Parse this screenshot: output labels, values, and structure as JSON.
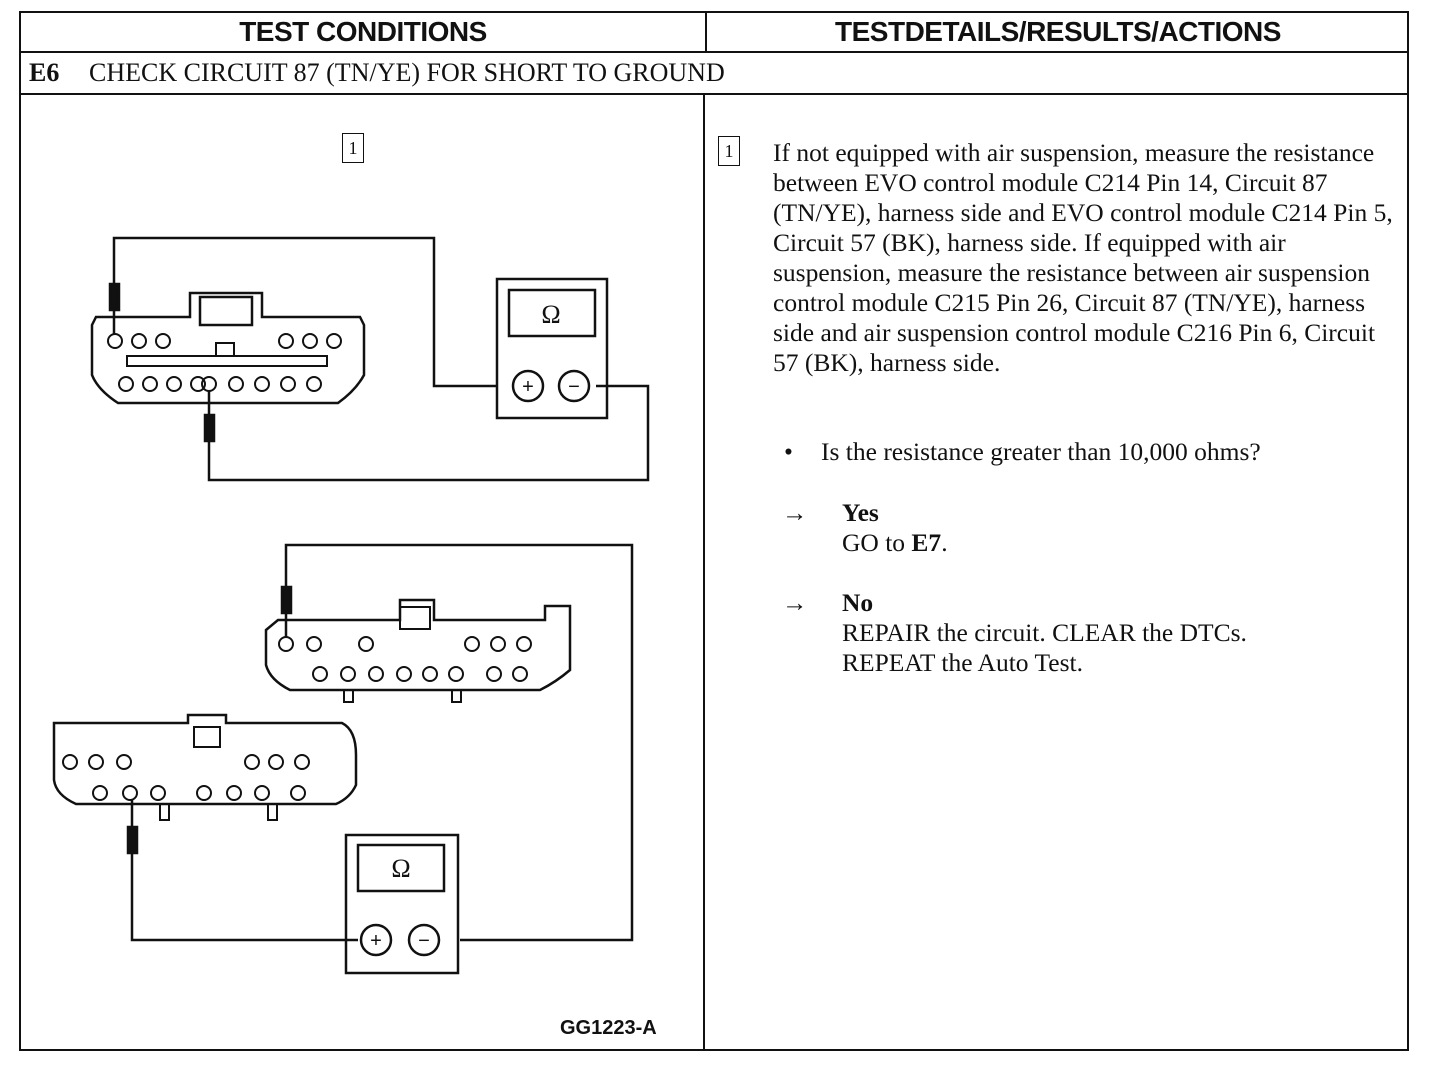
{
  "header": {
    "left": "TEST CONDITIONS",
    "right": "TESTDETAILS/RESULTS/ACTIONS"
  },
  "step": {
    "id": "E6",
    "title": "CHECK CIRCUIT 87 (TN/YE) FOR SHORT TO GROUND"
  },
  "figure": {
    "step_number": "1",
    "meter_symbol": "Ω",
    "plus_symbol": "+",
    "minus_symbol": "−",
    "figure_id": "GG1223-A"
  },
  "details": {
    "step_number": "1",
    "instruction": "If not equipped with air suspension, measure the resistance between EVO control module C214 Pin 14, Circuit 87 (TN/YE), harness side and EVO control module C214 Pin 5, Circuit 57 (BK), harness side. If equipped with air suspension, measure the resistance between air suspension control module C215 Pin 26, Circuit 87 (TN/YE), harness side and air suspension control module C216 Pin 6, Circuit 57 (BK), harness side.",
    "bullet": "•",
    "question": "Is the resistance greater than 10,000 ohms?",
    "arrow": "→",
    "yes": {
      "label": "Yes",
      "action_prefix": "GO to ",
      "action_target": "E7",
      "action_suffix": "."
    },
    "no": {
      "label": "No",
      "line1": "REPAIR the circuit. CLEAR the DTCs.",
      "line2": "REPEAT the Auto Test."
    }
  }
}
